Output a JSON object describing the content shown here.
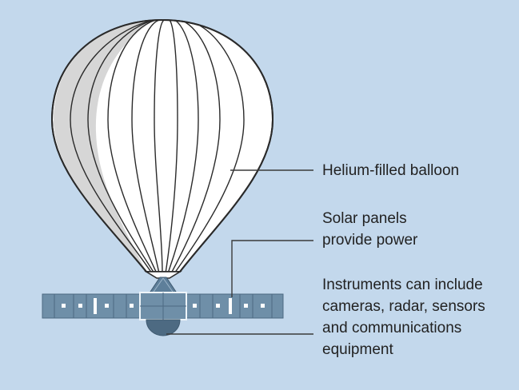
{
  "labels": {
    "balloon": "Helium-filled balloon",
    "solar": "Solar panels\nprovide power",
    "instruments": "Instruments can include\ncameras, radar, sensors\nand communications\nequipment"
  },
  "colors": {
    "background": "#c3d8ec",
    "balloon_fill": "#ffffff",
    "balloon_shade": "#d6d6d6",
    "balloon_outline": "#2a2a2a",
    "panel": "#6f8fa8",
    "panel_dark": "#4d6a82",
    "text": "#222222"
  },
  "icons": [
    "balloon-envelope",
    "solar-panel-array",
    "instrument-pod"
  ]
}
